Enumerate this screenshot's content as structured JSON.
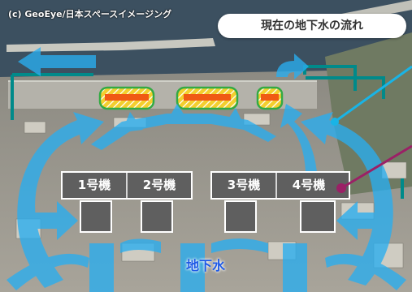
{
  "credit": "(c) GeoEye/日本スペースイメージング",
  "title": "現在の地下水の流れ",
  "units": [
    "1号機",
    "2号機",
    "3号機",
    "4号機"
  ],
  "groundwater_label": "地下水",
  "colors": {
    "flow_arrow": "#29aef0",
    "site_outline": "#008a8a",
    "intake_fill": "#f0b400",
    "intake_border": "#33aa44",
    "intake_bar": "#f05a14",
    "pointer_cyan": "#19b4e6",
    "pointer_magenta": "#9b2066",
    "reactor_building": "#5f5f5f",
    "sea": "#3c5060"
  }
}
